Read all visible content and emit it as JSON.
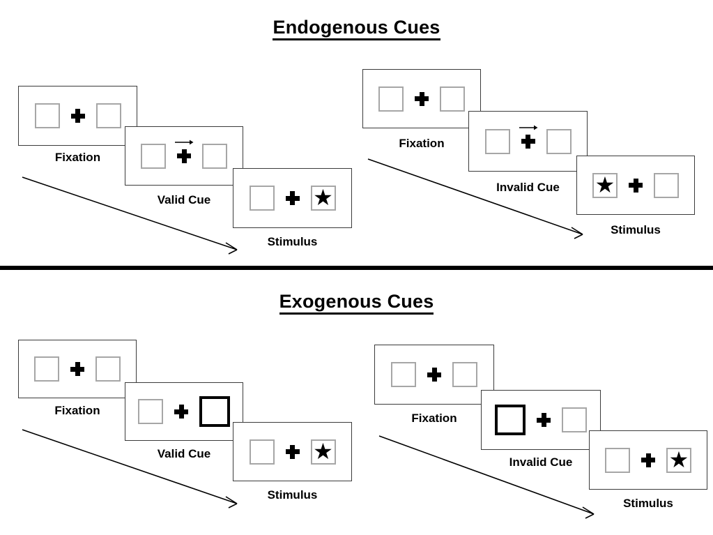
{
  "figure": {
    "sections": [
      {
        "id": "endogenous",
        "title": "Endogenous Cues",
        "columns": [
          {
            "id": "endogenous-valid",
            "frames": [
              {
                "label": "Fixation",
                "cue": "none",
                "arrow": false,
                "left_box": "empty",
                "right_box": "empty"
              },
              {
                "label": "Valid Cue",
                "cue": "arrow-right",
                "arrow": true,
                "left_box": "empty",
                "right_box": "empty"
              },
              {
                "label": "Stimulus",
                "cue": "none",
                "arrow": false,
                "left_box": "empty",
                "right_box": "star"
              }
            ]
          },
          {
            "id": "endogenous-invalid",
            "frames": [
              {
                "label": "Fixation",
                "cue": "none",
                "arrow": false,
                "left_box": "empty",
                "right_box": "empty"
              },
              {
                "label": "Invalid Cue",
                "cue": "arrow-right",
                "arrow": true,
                "left_box": "empty",
                "right_box": "empty"
              },
              {
                "label": "Stimulus",
                "cue": "none",
                "arrow": false,
                "left_box": "star",
                "right_box": "empty"
              }
            ]
          }
        ]
      },
      {
        "id": "exogenous",
        "title": "Exogenous Cues",
        "columns": [
          {
            "id": "exogenous-valid",
            "frames": [
              {
                "label": "Fixation",
                "cue": "none",
                "arrow": false,
                "left_box": "empty",
                "right_box": "empty"
              },
              {
                "label": "Valid Cue",
                "cue": "flash-right",
                "arrow": false,
                "left_box": "empty",
                "right_box": "highlight"
              },
              {
                "label": "Stimulus",
                "cue": "none",
                "arrow": false,
                "left_box": "empty",
                "right_box": "star"
              }
            ]
          },
          {
            "id": "exogenous-invalid",
            "frames": [
              {
                "label": "Fixation",
                "cue": "none",
                "arrow": false,
                "left_box": "empty",
                "right_box": "empty"
              },
              {
                "label": "Invalid Cue",
                "cue": "flash-left",
                "arrow": false,
                "left_box": "highlight",
                "right_box": "empty"
              },
              {
                "label": "Stimulus",
                "cue": "none",
                "arrow": false,
                "left_box": "empty",
                "right_box": "star"
              }
            ]
          }
        ]
      }
    ],
    "glyphs": {
      "star": "★",
      "fixation_cross": "plus-cross",
      "cue_arrow": "arrow-right-icon",
      "timeline_arrow": "timeline-arrow-icon"
    },
    "colors": {
      "ink": "#000000",
      "panel_border": "#3a3a3a",
      "box_border": "#a6a6a6",
      "highlight_border": "#000000",
      "background": "#ffffff"
    }
  }
}
